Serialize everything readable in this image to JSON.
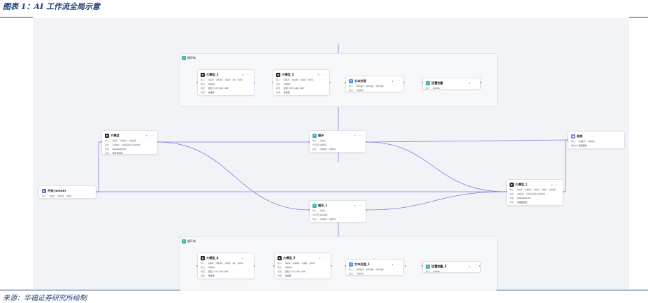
{
  "caption": {
    "title": "图表 1：AI 工作流全局示意",
    "source": "来源：华福证券研究所绘制"
  },
  "colors": {
    "edge": "#7b7fe3",
    "llm_icon": "#222222",
    "loop_icon": "#36b2a0",
    "text_icon": "#4a8ff0",
    "start_icon": "#5b5fd6",
    "end_icon": "#7a6ee0"
  },
  "diagram": {
    "loop_body_top": {
      "label": "循环体"
    },
    "loop_body_bottom": {
      "label": "循环体"
    },
    "start": {
      "title": "开始 Joinner",
      "input_label": "输入",
      "chips": [
        "input",
        "input3",
        "note"
      ]
    },
    "llm_main": {
      "title": "大模型",
      "rows": [
        {
          "label": "输入",
          "chips": [
            "input",
            "input2",
            "input3"
          ]
        },
        {
          "label": "输出",
          "chips": [
            "output",
            "reasoning_content"
          ]
        },
        {
          "label": "模型",
          "chips": [
            "DeepSeek-R1"
          ]
        },
        {
          "label": "技能",
          "chips": [
            "未设置技能"
          ]
        }
      ]
    },
    "loop_1": {
      "title": "循环",
      "rows": [
        {
          "label": "输入",
          "chips": [
            "input"
          ]
        },
        {
          "label": "中间变量",
          "chips": [
            "article"
          ]
        },
        {
          "label": "输出",
          "chips": [
            "output",
            "article"
          ]
        }
      ]
    },
    "loop_2": {
      "title": "循环_1",
      "rows": [
        {
          "label": "输入",
          "chips": [
            "input"
          ]
        },
        {
          "label": "中间变量",
          "chips": [
            "prompt"
          ]
        },
        {
          "label": "输出",
          "chips": [
            "output",
            "article"
          ]
        }
      ]
    },
    "llm_2": {
      "title": "大模型_2",
      "rows": [
        {
          "label": "输入",
          "chips": [
            "input",
            "article",
            "input",
            "claw",
            "input2"
          ]
        },
        {
          "label": "输出",
          "chips": [
            "output",
            "reasoning_content"
          ]
        },
        {
          "label": "模型",
          "chips": [
            "DeepSeek-R1"
          ]
        },
        {
          "label": "技能",
          "chips": [
            "未设置技能"
          ]
        }
      ]
    },
    "end": {
      "title": "结束",
      "rows": [
        {
          "label": "输出",
          "chips": [
            "output",
            "input2"
          ]
        },
        {
          "label": "回答内容",
          "chips": [
            "设置答复"
          ]
        }
      ]
    },
    "inner_top": [
      {
        "title": "大模型_1",
        "icon": "llm",
        "rows": [
          {
            "label": "输入",
            "chips": [
              "input",
              "article",
              "input",
              "all",
              "time"
            ]
          },
          {
            "label": "输出",
            "chips": [
              "output"
            ]
          },
          {
            "label": "模型",
            "chips": [
              "豆包 · 1.5 · Lite · 32k"
            ]
          },
          {
            "label": "技能",
            "chips": [
              "未设置"
            ]
          }
        ]
      },
      {
        "title": "大模型_3",
        "icon": "llm",
        "rows": [
          {
            "label": "输入",
            "chips": [
              "input",
              "input2",
              "input",
              "time"
            ]
          },
          {
            "label": "输出",
            "chips": [
              "output"
            ]
          },
          {
            "label": "模型",
            "chips": [
              "豆包 · 1.5 · Lite · 32k"
            ]
          },
          {
            "label": "技能",
            "chips": [
              "未设置"
            ]
          }
        ]
      },
      {
        "title": "文本处理",
        "icon": "text",
        "rows": [
          {
            "label": "输入",
            "chips": [
              "String1",
              "String2",
              "String3"
            ]
          },
          {
            "label": "输出",
            "chips": [
              "output"
            ]
          }
        ]
      },
      {
        "title": "设置变量",
        "icon": "loop",
        "rows": [
          {
            "label": "输出",
            "chips": [
              "article"
            ]
          }
        ]
      }
    ],
    "inner_bottom": [
      {
        "title": "大模型_4",
        "icon": "llm",
        "rows": [
          {
            "label": "输入",
            "chips": [
              "input",
              "article",
              "input",
              "all",
              "time"
            ]
          },
          {
            "label": "输出",
            "chips": [
              "output"
            ]
          },
          {
            "label": "模型",
            "chips": [
              "豆包 · 1.5 · Lite · 32k"
            ]
          },
          {
            "label": "技能",
            "chips": [
              "未设置"
            ]
          }
        ]
      },
      {
        "title": "大模型_5",
        "icon": "llm",
        "rows": [
          {
            "label": "输入",
            "chips": [
              "input",
              "input2",
              "input",
              "time"
            ]
          },
          {
            "label": "输出",
            "chips": [
              "output"
            ]
          },
          {
            "label": "模型",
            "chips": [
              "豆包 · 1.5 · Lite · 32k"
            ]
          },
          {
            "label": "技能",
            "chips": [
              "未设置"
            ]
          }
        ]
      },
      {
        "title": "文本处理_1",
        "icon": "text",
        "rows": [
          {
            "label": "输入",
            "chips": [
              "String1",
              "String2",
              "String3"
            ]
          },
          {
            "label": "输出",
            "chips": [
              "output"
            ]
          }
        ]
      },
      {
        "title": "设置变量_1",
        "icon": "loop",
        "rows": [
          {
            "label": "输出",
            "chips": [
              "article"
            ]
          }
        ]
      }
    ]
  }
}
